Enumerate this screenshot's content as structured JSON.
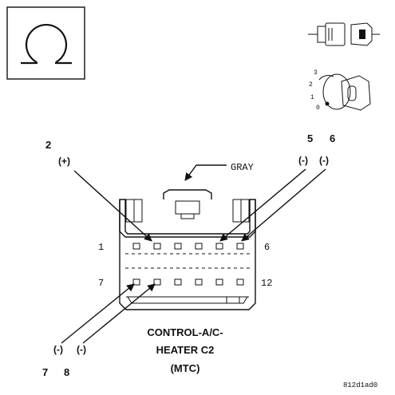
{
  "symbol_box": {
    "icon": "ohmmeter-icon"
  },
  "ignition": {
    "positions": [
      "3",
      "2",
      "1",
      "0"
    ]
  },
  "callouts": {
    "pin2": {
      "number": "2",
      "polarity": "(+)"
    },
    "pin5": {
      "number": "5",
      "polarity": "(-)"
    },
    "pin6": {
      "number": "6",
      "polarity": "(-)"
    },
    "pin7": {
      "number": "7",
      "polarity": "(-)"
    },
    "pin8": {
      "number": "8",
      "polarity": "(-)"
    }
  },
  "connector": {
    "color_label": "GRAY",
    "row_labels": {
      "top_left": "1",
      "top_right": "6",
      "bottom_left": "7",
      "bottom_right": "12"
    },
    "title_lines": [
      "CONTROL-A/C-",
      "HEATER C2",
      "(MTC)"
    ]
  },
  "figure_code": "812d1ad0"
}
